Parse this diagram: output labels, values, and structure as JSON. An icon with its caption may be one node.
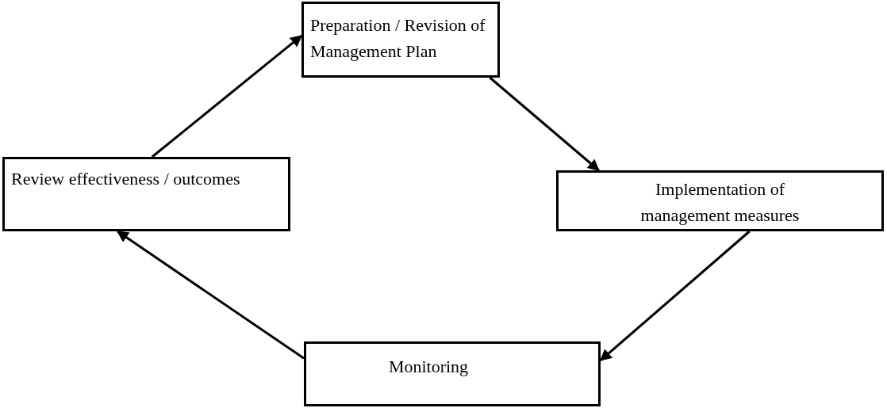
{
  "diagram": {
    "nodes": [
      {
        "text": [
          "Preparation / Revision of Management Plan"
        ]
      },
      {
        "text": [
          "Implementation of management measures"
        ]
      },
      {
        "text": [
          "Monitoring"
        ]
      },
      {
        "text": [
          "Review effectiveness / outcomes"
        ]
      }
    ],
    "edges": [
      {
        "from": 0,
        "to": 1,
        "arrow": "to"
      },
      {
        "from": 1,
        "to": 2,
        "arrow": "to"
      },
      {
        "from": 2,
        "to": 3,
        "arrow": "to"
      },
      {
        "from": 3,
        "to": 0,
        "arrow": "to"
      }
    ]
  }
}
